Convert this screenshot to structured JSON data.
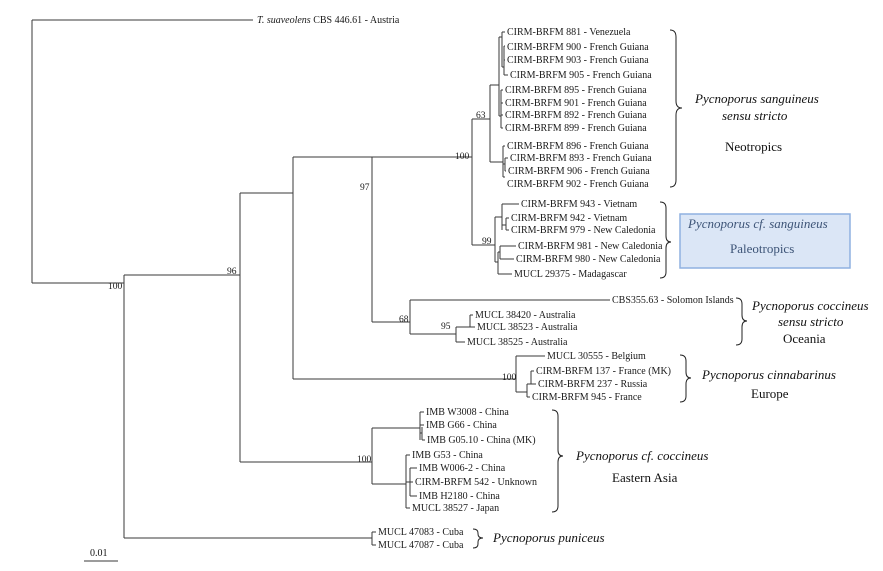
{
  "leaves": [
    {
      "id": "tsuav",
      "prefix": "T. suaveolens",
      "rest": " CBS 446.61 - Austria"
    },
    {
      "id": "l881",
      "label": "CIRM-BRFM 881 - Venezuela"
    },
    {
      "id": "l900",
      "label": "CIRM-BRFM 900 - French Guiana"
    },
    {
      "id": "l903",
      "label": "CIRM-BRFM 903 - French Guiana"
    },
    {
      "id": "l905",
      "label": "CIRM-BRFM 905 - French Guiana"
    },
    {
      "id": "l895",
      "label": "CIRM-BRFM 895 - French Guiana"
    },
    {
      "id": "l901",
      "label": "CIRM-BRFM 901 - French Guiana"
    },
    {
      "id": "l892",
      "label": "CIRM-BRFM 892 - French Guiana"
    },
    {
      "id": "l899",
      "label": "CIRM-BRFM 899 - French Guiana"
    },
    {
      "id": "l896",
      "label": "CIRM-BRFM 896 - French Guiana"
    },
    {
      "id": "l893",
      "label": "CIRM-BRFM 893 - French Guiana"
    },
    {
      "id": "l906",
      "label": "CIRM-BRFM 906 - French Guiana"
    },
    {
      "id": "l902",
      "label": "CIRM-BRFM 902 - French Guiana"
    },
    {
      "id": "l943",
      "label": "CIRM-BRFM 943 - Vietnam"
    },
    {
      "id": "l942",
      "label": "CIRM-BRFM 942 - Vietnam"
    },
    {
      "id": "l979",
      "label": "CIRM-BRFM 979 - New Caledonia"
    },
    {
      "id": "l981",
      "label": "CIRM-BRFM 981 - New Caledonia"
    },
    {
      "id": "l980",
      "label": "CIRM-BRFM 980 - New Caledonia"
    },
    {
      "id": "m29375",
      "label": "MUCL 29375 - Madagascar"
    },
    {
      "id": "cbs355",
      "label": "CBS355.63 - Solomon Islands"
    },
    {
      "id": "m38420",
      "label": "MUCL 38420 - Australia"
    },
    {
      "id": "m38523",
      "label": "MUCL 38523 - Australia"
    },
    {
      "id": "m38525",
      "label": "MUCL 38525 - Australia"
    },
    {
      "id": "m30555",
      "label": "MUCL 30555 - Belgium"
    },
    {
      "id": "l137",
      "label": "CIRM-BRFM 137 - France (MK)"
    },
    {
      "id": "l237",
      "label": "CIRM-BRFM 237 - Russia"
    },
    {
      "id": "l945",
      "label": "CIRM-BRFM 945 - France"
    },
    {
      "id": "w3008",
      "label": "IMB W3008 - China"
    },
    {
      "id": "g66",
      "label": "IMB G66 - China"
    },
    {
      "id": "g0510",
      "label": "IMB G05.10 - China (MK)"
    },
    {
      "id": "g53",
      "label": "IMB G53 - China"
    },
    {
      "id": "w0062",
      "label": "IMB W006-2 - China"
    },
    {
      "id": "l542",
      "label": "CIRM-BRFM 542 - Unknown"
    },
    {
      "id": "h2180",
      "label": "IMB H2180 - China"
    },
    {
      "id": "m38527",
      "label": "MUCL 38527 - Japan"
    },
    {
      "id": "m47083",
      "label": "MUCL 47083 - Cuba"
    },
    {
      "id": "m47087",
      "label": "MUCL 47087 - Cuba"
    }
  ],
  "support_values": {
    "s100_root": "100",
    "s96": "96",
    "s97": "97",
    "s100_sang": "100",
    "s63": "63",
    "s99": "99",
    "s68": "68",
    "s95": "95",
    "s100_cinn": "100",
    "s100_asia": "100"
  },
  "clades": {
    "sanguineus": {
      "title_line1": "Pycnoporus sanguineus",
      "title_line2": "sensu stricto",
      "region": "Neotropics"
    },
    "cf_sanguineus": {
      "title": "Pycnoporus cf. sanguineus",
      "region": "Paleotropics"
    },
    "coccineus": {
      "title_line1": "Pycnoporus coccineus",
      "title_line2": "sensu stricto",
      "region": "Oceania"
    },
    "cinnabarinus": {
      "title": "Pycnoporus cinnabarinus",
      "region": "Europe"
    },
    "cf_coccineus": {
      "title": "Pycnoporus cf. coccineus",
      "region": "Eastern Asia"
    },
    "puniceus": {
      "title": "Pycnoporus puniceus"
    }
  },
  "scale_bar": {
    "label": "0.01"
  },
  "colors": {
    "highlight_fill": "#dbe6f6",
    "highlight_border": "#8fb1e0",
    "highlight_text": "#3d5477"
  }
}
